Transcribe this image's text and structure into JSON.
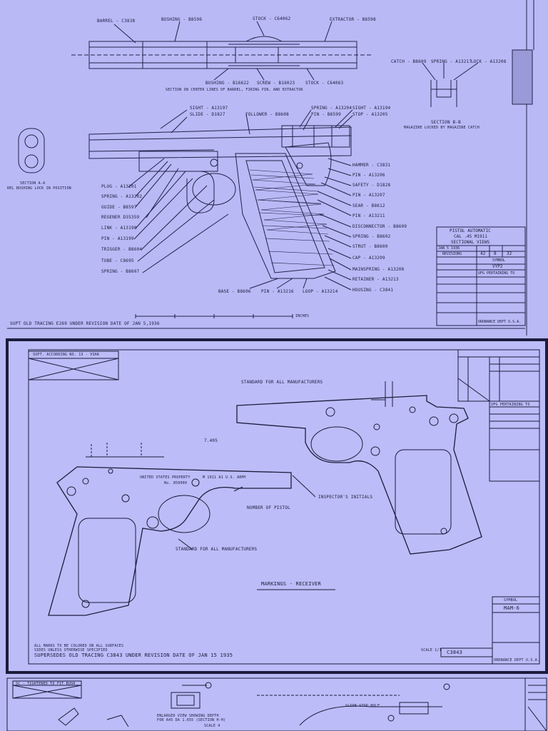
{
  "top_sheet": {
    "labels": {
      "barrel": "BARREL - C3838",
      "bushing": "BUSHING - B8596",
      "stock_top": "STOCK - C64062",
      "extractor": "EXTRACTOR - B8598",
      "bushing2": "BUSHING - B16622",
      "screw": "SCREW - B16023",
      "stock_bot": "STOCK - C64063",
      "section_caption": "SECTION ON CENTER LINES OF BARREL, FIRING PIN, AND EXTRACTOR",
      "catch": "CATCH - B8609",
      "spring_a": "SPRING - A13217",
      "lock": "LOCK - A13208",
      "section_bb": "SECTION B-B",
      "section_bb_sub": "MAGAZINE LOCKED BY MAGAZINE CATCH",
      "sight": "SIGHT - A13197",
      "slide": "SLIDE - D1827",
      "follower": "FOLLOWER - B8608",
      "spring_pin": "SPRING - A13204",
      "pin_b": "PIN - B8599",
      "sight2": "SIGHT - A13194",
      "stop": "STOP - A13205",
      "section_aa": "SECTION A-A",
      "section_aa_sub": "REL BUSHING LOCK IN POSITION",
      "plug": "PLUG - A13201",
      "spring_b": "SPRING - A13202",
      "guide": "GUIDE - B8597",
      "regener": "REGENER D35359",
      "link": "LINK - A13198",
      "pin_c": "PIN - A13199",
      "trigger": "TRIGGER - B8604",
      "tube": "TUBE - C8695",
      "spring_c": "SPRING - B8607",
      "hammer": "HAMMER - C3831",
      "pin_d": "PIN - A13206",
      "safety": "SAFETY - D1828",
      "pin_e": "PIN - A13207",
      "sear": "SEAR - B8612",
      "pin_f": "PIN - A13211",
      "disconnector": "DISCONNECTOR - B8609",
      "spring_d": "SPRING - B8602",
      "strut": "STRUT - B8600",
      "cap": "CAP - A13209",
      "mainspring": "MAINSPRING - A13208",
      "retainer": "RETAINER - A13213",
      "housing": "HOUSING - C3841",
      "base": "BASE - B8606",
      "pin_g": "PIN - A13216",
      "loop": "LOOP - A13214",
      "inches": "INCHES",
      "revision_note": "SUPT OLD TRACING E269 UNDER REVISION DATE OF JAN 5,1936"
    },
    "title_block": {
      "line1": "PISTOL AUTOMATIC",
      "line2": "CAL .45  M1911",
      "line3": "SECTIONAL VIEWS",
      "date": "JAN 5 1936",
      "rev": "REVISIONS",
      "sheet": "42",
      "scale": "8",
      "drawing": "32",
      "symbol": "SYMBOL",
      "code": "VYP2",
      "pertaining": "UFG PERTAINING TO",
      "office": "ORDNANCE DEPT U.S.A."
    }
  },
  "middle_sheet": {
    "stamp": "SUPT. ACCORDING NO. 13 - VSHA",
    "standard_note": "STANDARD FOR ALL MANUFACTURERS",
    "dim_1": "7.405",
    "us_property": "UNITED STATES PROPERTY",
    "model": "M 1911 A1 U.S. ARMY",
    "serial": "No. 850000",
    "inspectors": "INSPECTOR'S INITIALS",
    "number_of_pistol": "NUMBER OF PISTOL",
    "standard_for_all": "STANDARD FOR ALL MANUFACTURERS",
    "markings_title": "MARKINGS - RECEIVER",
    "note_1": "ALL MARKS TO BE COLORED ON ALL SURFACES",
    "note_2": "SIDES UNLESS OTHERWISE SPECIFIED",
    "supersedes": "SUPERSEDES OLD TRACING C3843 UNDER REVISION DATE OF JAN 15 1935",
    "scale": "SCALE 1/1",
    "drawing_no": "C3843",
    "symbol": "SYMBOL",
    "code": "MAM-6",
    "pertaining": "UFG PERTAINING TO",
    "office": "ORDNANCE DEPT U.S.A."
  },
  "bottom_sheet": {
    "stamp": "SC - TIGHTENED TO FIT BUSH",
    "enlarged": "ENLARGED VIEW SHOWING DEPTH",
    "enlarged2": "FOR A45 DA 1.655 (SECTION H-H)",
    "scale": "SCALE 4",
    "slide_stop": "SLIDE STOP HOLE"
  }
}
